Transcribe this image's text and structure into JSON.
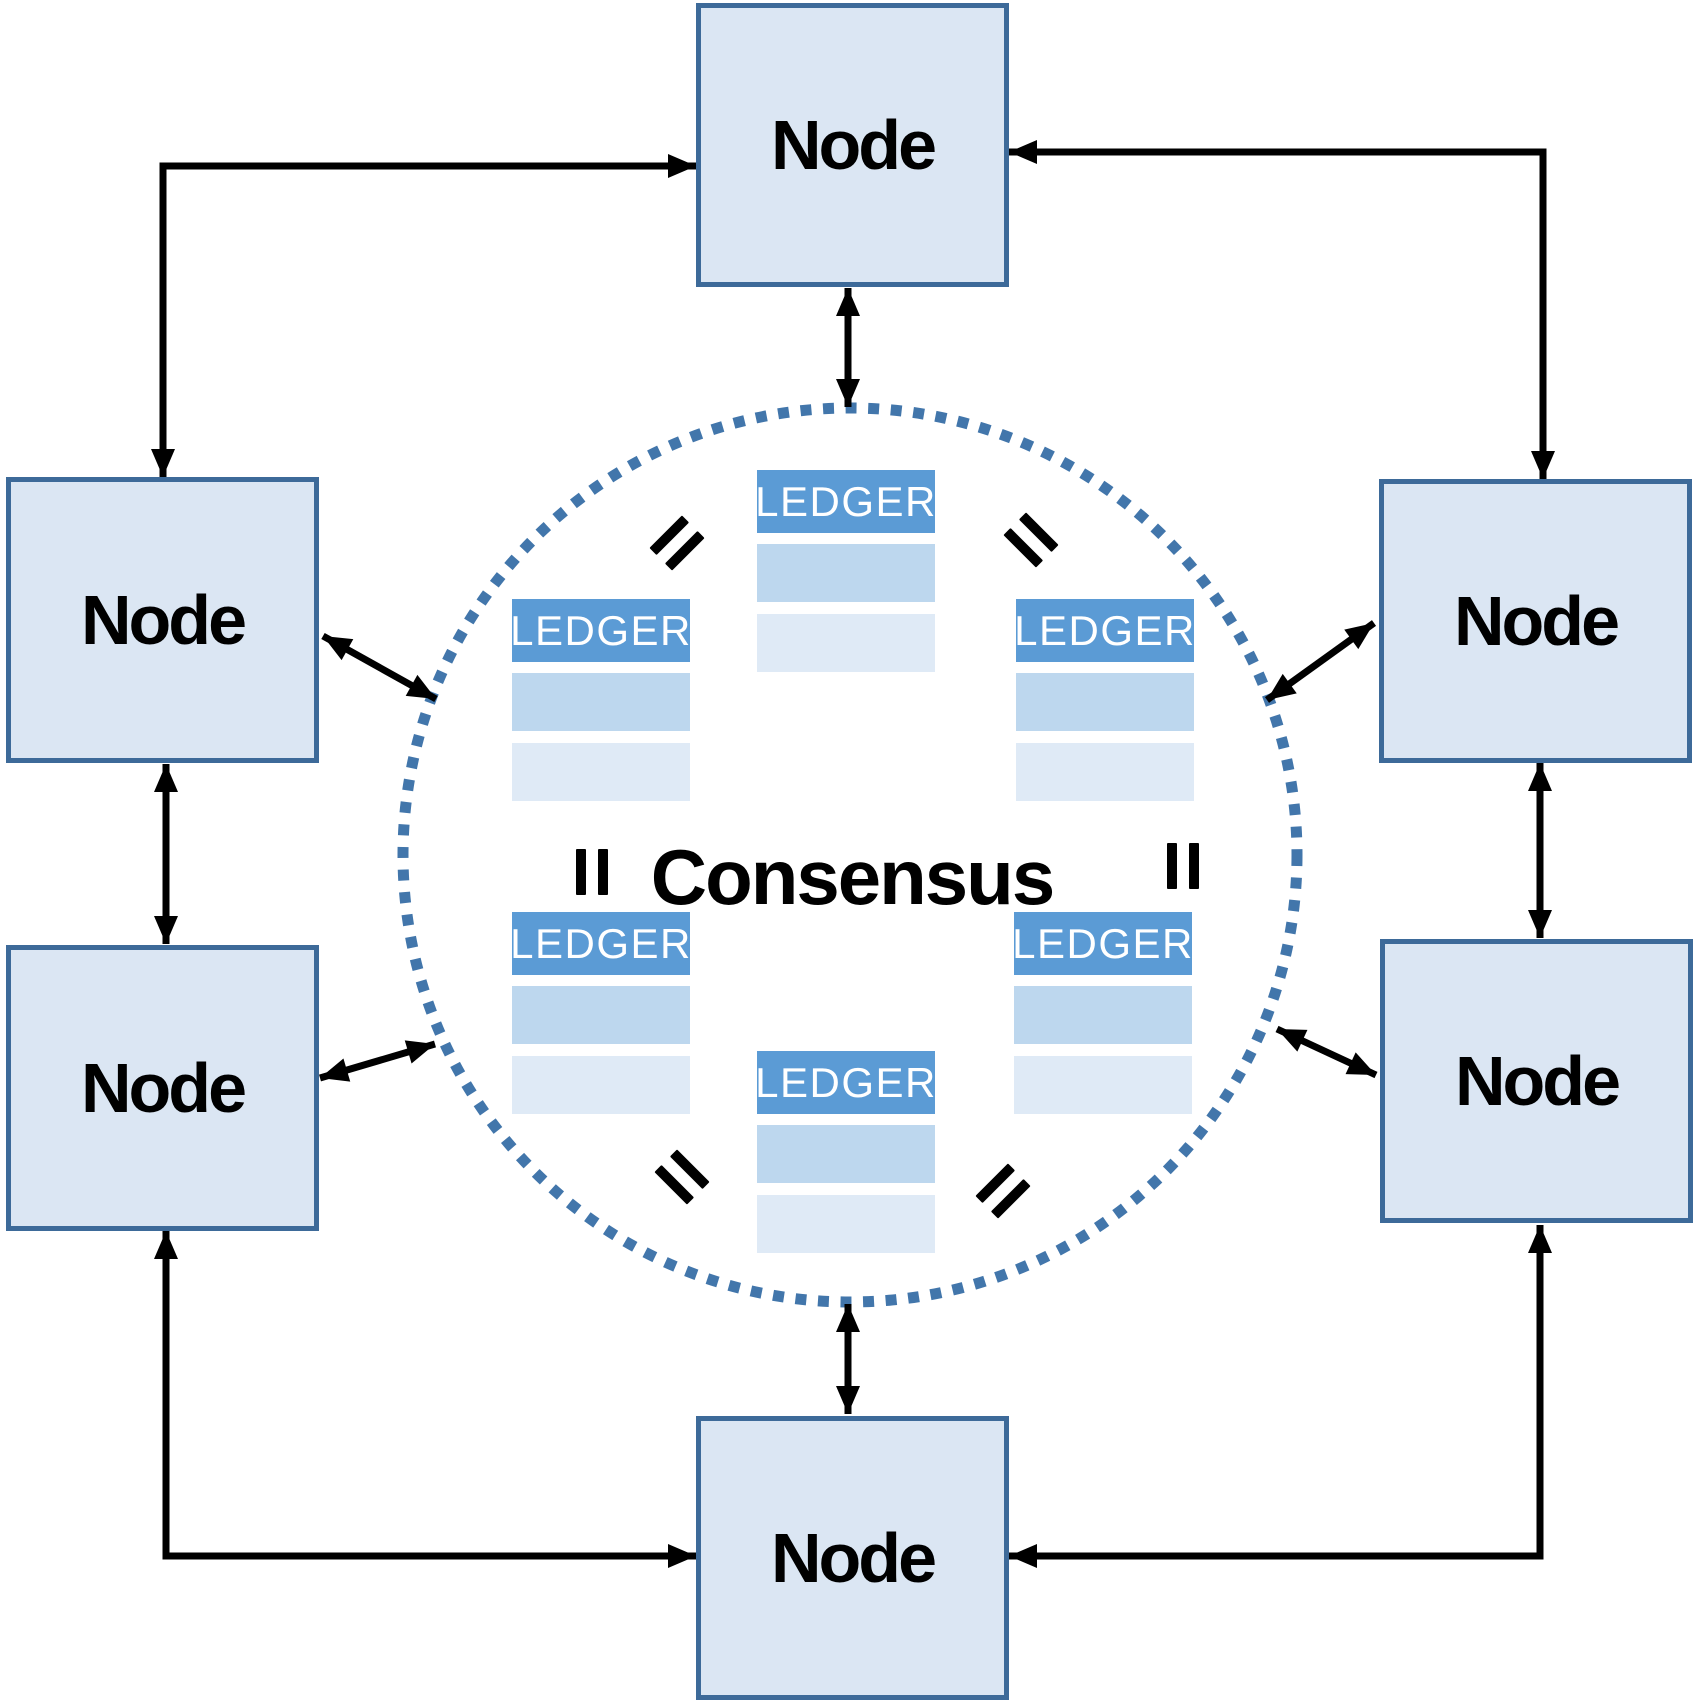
{
  "center": {
    "label": "Consensus"
  },
  "node_boxes": [
    {
      "id": "top",
      "label": "Node"
    },
    {
      "id": "upper-left",
      "label": "Node"
    },
    {
      "id": "upper-right",
      "label": "Node"
    },
    {
      "id": "lower-left",
      "label": "Node"
    },
    {
      "id": "lower-right",
      "label": "Node"
    },
    {
      "id": "bottom",
      "label": "Node"
    }
  ],
  "ledgers": [
    {
      "id": "top-center",
      "label": "LEDGER",
      "blank_rows": 2
    },
    {
      "id": "upper-left",
      "label": "LEDGER",
      "blank_rows": 2
    },
    {
      "id": "upper-right",
      "label": "LEDGER",
      "blank_rows": 2
    },
    {
      "id": "lower-left",
      "label": "LEDGER",
      "blank_rows": 2
    },
    {
      "id": "lower-right",
      "label": "LEDGER",
      "blank_rows": 2
    },
    {
      "id": "bottom-center",
      "label": "LEDGER",
      "blank_rows": 2
    }
  ],
  "equals_marks": {
    "glyph": "=",
    "count": 6,
    "meaning": "ledgers-equal"
  },
  "colors": {
    "node_fill": "#dbe6f3",
    "node_border": "#3d6a99",
    "ledger_header": "#5b9bd5",
    "ledger_text": "#ffffff",
    "ledger_row_medium": "#bdd7ee",
    "ledger_row_light": "#dfeaf6",
    "circle_dots": "#4276ab",
    "arrow": "#000000"
  }
}
